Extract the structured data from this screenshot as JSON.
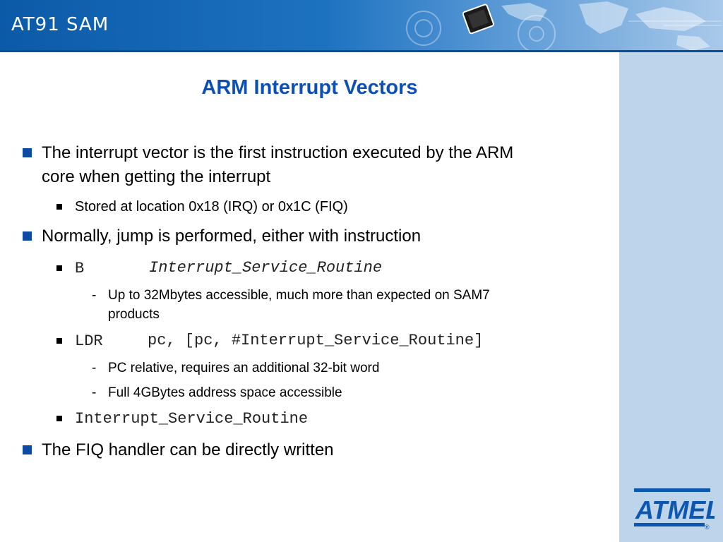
{
  "header": {
    "brand": "AT91 SAM"
  },
  "title": "ARM Interrupt Vectors",
  "bullets": {
    "b1_line1": "The interrupt vector is the first instruction executed by the ARM",
    "b1_line2": "core when getting the interrupt",
    "b1_sub1": "Stored at location 0x18 (IRQ) or 0x1C (FIQ)",
    "b2": "Normally, jump is performed, either with instruction",
    "code1_op": "B",
    "code1_arg": "Interrupt_Service_Routine",
    "code1_note_line1": "Up to 32Mbytes accessible, much more than expected on SAM7",
    "code1_note_line2": "products",
    "code2_op": "LDR",
    "code2_arg": "pc, [pc, #Interrupt_Service_Routine]",
    "code2_note1": "PC relative, requires an additional 32-bit word",
    "code2_note2": "Full 4GBytes address space accessible",
    "code3": "Interrupt_Service_Routine",
    "b3": "The FIQ handler can be directly written",
    "dash": "-"
  },
  "logo": {
    "text": "ATMEL",
    "registered": "®"
  },
  "colors": {
    "title": "#0e4fb5",
    "header": "#1d72c0",
    "sidebar": "#bed4ea",
    "bullet": "#0d4aa3"
  }
}
